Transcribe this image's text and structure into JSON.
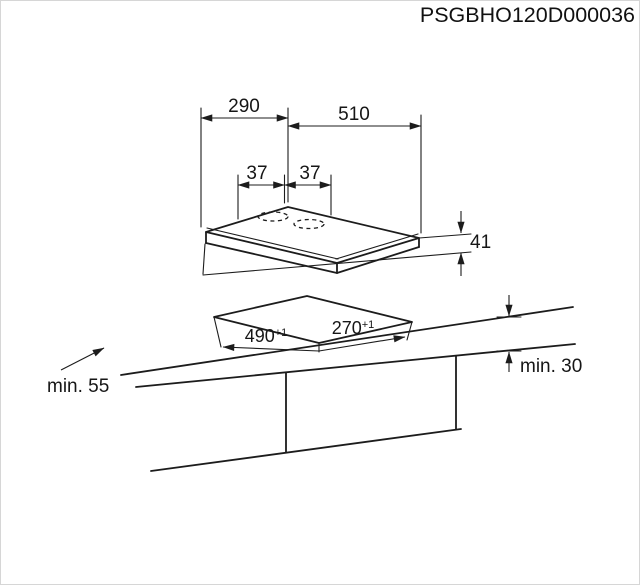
{
  "title": "PSGBHO120D000036",
  "hob": {
    "width": "290",
    "depth": "510",
    "burner_offset_left": "37",
    "burner_offset_right": "37",
    "height": "41"
  },
  "cutout": {
    "depth": "490",
    "depth_tolerance": "+1",
    "width": "270",
    "width_tolerance": "+1",
    "min_front_distance": "min. 55",
    "min_worktop_thickness": "min. 30"
  }
}
